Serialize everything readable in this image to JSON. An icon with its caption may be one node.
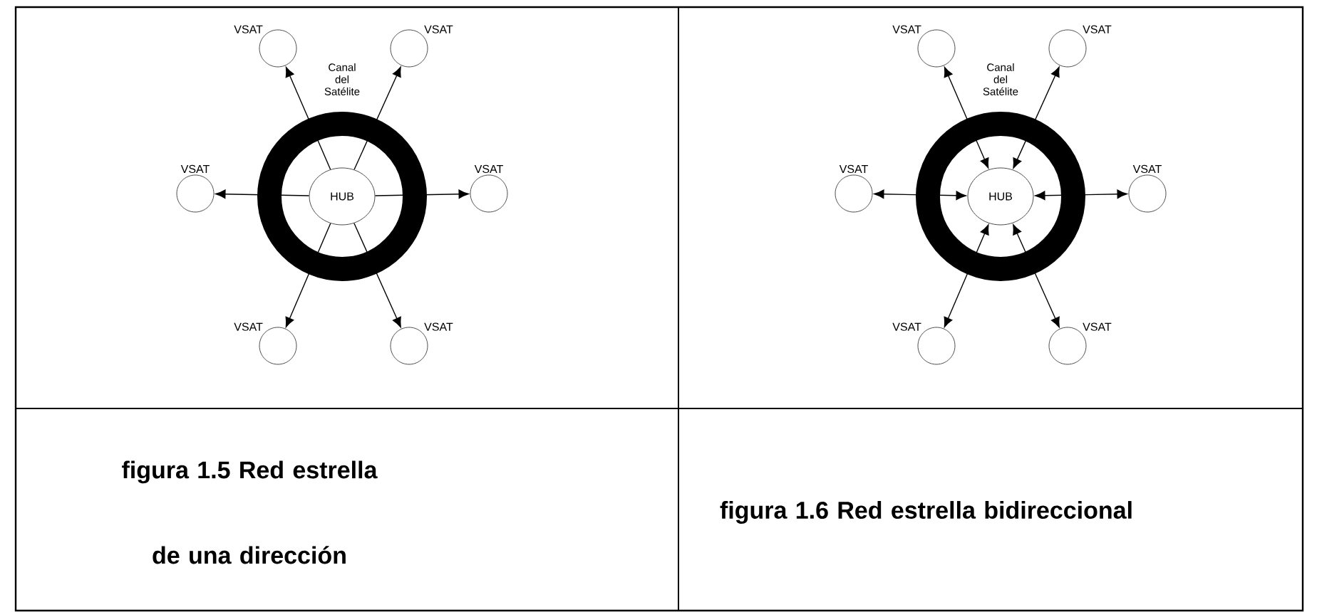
{
  "diagram": {
    "nodes": [
      {
        "text": [
          "Canal del Satélite"
        ]
      },
      {
        "text": [
          "HUB"
        ],
        "in": 0
      },
      {
        "text": [
          "VSAT"
        ]
      },
      {
        "text": [
          "VSAT"
        ]
      },
      {
        "text": [
          "VSAT"
        ]
      },
      {
        "text": [
          "VSAT"
        ]
      },
      {
        "text": [
          "VSAT"
        ]
      },
      {
        "text": [
          "VSAT"
        ]
      },
      {
        "text": [
          "Canal del Satélite"
        ]
      },
      {
        "text": [
          "HUB"
        ],
        "in": 8
      },
      {
        "text": [
          "VSAT"
        ]
      },
      {
        "text": [
          "VSAT"
        ]
      },
      {
        "text": [
          "VSAT"
        ]
      },
      {
        "text": [
          "VSAT"
        ]
      },
      {
        "text": [
          "VSAT"
        ]
      },
      {
        "text": [
          "VSAT"
        ]
      }
    ],
    "edges": [
      {
        "from": 1,
        "to": 2,
        "arrow": "to"
      },
      {
        "from": 1,
        "to": 3,
        "arrow": "to"
      },
      {
        "from": 1,
        "to": 4,
        "arrow": "to"
      },
      {
        "from": 1,
        "to": 5,
        "arrow": "to"
      },
      {
        "from": 1,
        "to": 6,
        "arrow": "to"
      },
      {
        "from": 1,
        "to": 7,
        "arrow": "to"
      },
      {
        "from": 9,
        "to": 10,
        "arrow": "both"
      },
      {
        "from": 9,
        "to": 11,
        "arrow": "both"
      },
      {
        "from": 9,
        "to": 12,
        "arrow": "both"
      },
      {
        "from": 9,
        "to": 13,
        "arrow": "both"
      },
      {
        "from": 9,
        "to": 14,
        "arrow": "both"
      },
      {
        "from": 9,
        "to": 15,
        "arrow": "both"
      }
    ],
    "labels": [
      "figura 1.5 Red estrella de una dirección",
      "figura 1.6 Red estrella bidireccional"
    ]
  }
}
